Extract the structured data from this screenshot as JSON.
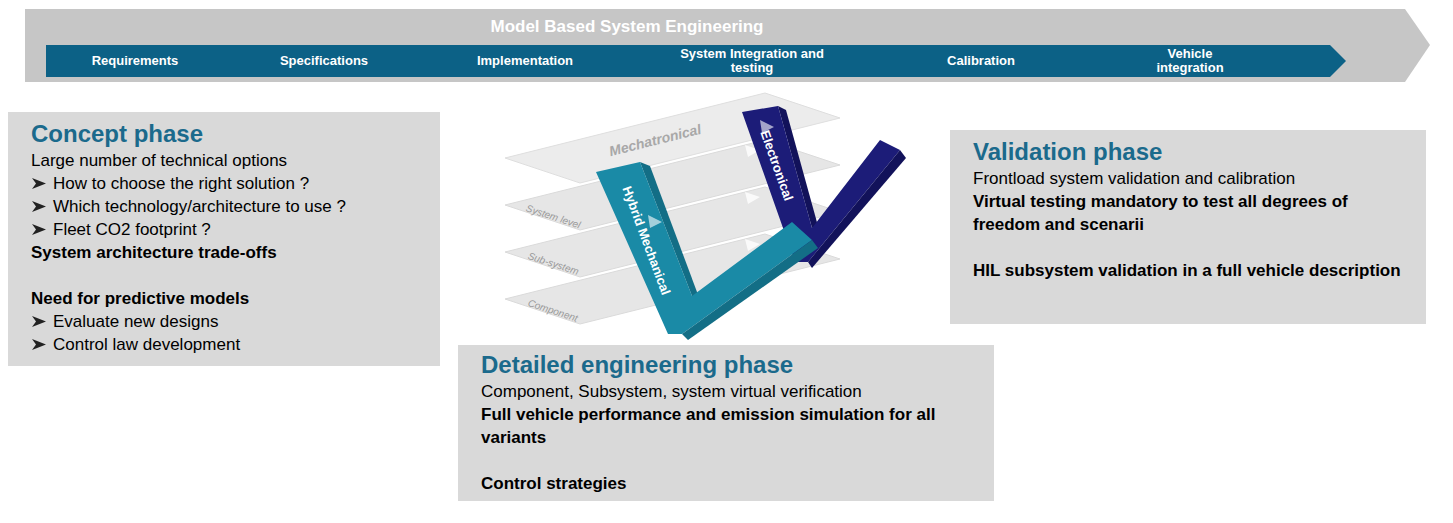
{
  "diagram": {
    "title": "Model Based System Engineering",
    "nodes": [
      {
        "text": [
          "Model Based System Engineering"
        ]
      },
      {
        "text": [
          "Requirements",
          "Specifications",
          "Implementation",
          "System Integration and testing",
          "Calibration",
          "Vehicle integration"
        ],
        "in": 0
      },
      {
        "text": [
          "Concept phase",
          "Large number of technical options",
          "How to choose the right solution ?",
          "Which technology/architecture to use ?",
          "Fleet CO2 footprint ?",
          "System architecture trade-offs",
          "Need for predictive models",
          "Evaluate new designs",
          "Control law development"
        ]
      },
      {
        "text": [
          "Validation phase",
          "Frontload system validation and calibration",
          "Virtual testing mandatory to test all degrees of freedom and scenarii",
          "HIL subsystem validation in a full vehicle description"
        ]
      },
      {
        "text": [
          "Detailed engineering phase",
          "Component, Subsystem, system virtual verification",
          "Full vehicle performance and emission simulation for all variants",
          "Control strategies"
        ]
      }
    ],
    "labels": [
      "Mechatronical",
      "System level",
      "Sub-system",
      "Component",
      "Hybrid Mechanical",
      "Electronical"
    ]
  }
}
